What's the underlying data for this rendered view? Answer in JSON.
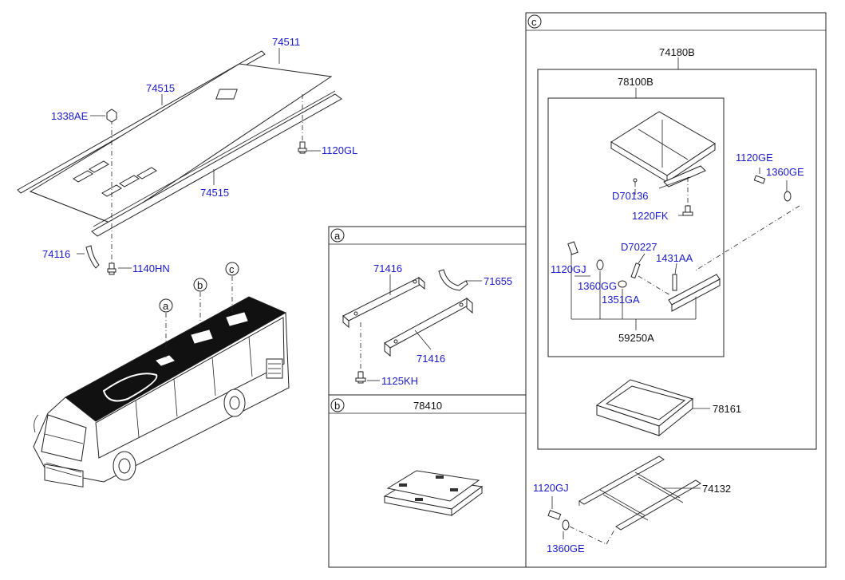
{
  "labels": {
    "p74511": "74511",
    "p74515_top": "74515",
    "p74515_bot": "74515",
    "p1338AE": "1338AE",
    "p1120GL": "1120GL",
    "p74116": "74116",
    "p1140HN": "1140HN",
    "p71416_top": "71416",
    "p71655": "71655",
    "p71416_bot": "71416",
    "p1125KH": "1125KH",
    "p78410": "78410",
    "p74180B": "74180B",
    "p78100B": "78100B",
    "pD70136": "D70136",
    "p1220FK": "1220FK",
    "p1120GE": "1120GE",
    "p1360GE_top": "1360GE",
    "pD70227": "D70227",
    "p1431AA": "1431AA",
    "p1120GJ_top": "1120GJ",
    "p1360GG": "1360GG",
    "p1351GA": "1351GA",
    "p59250A": "59250A",
    "p78161": "78161",
    "p1120GJ_bot": "1120GJ",
    "p74132": "74132",
    "p1360GE_bot": "1360GE"
  },
  "tags": {
    "a": "a",
    "b": "b",
    "c": "c"
  }
}
